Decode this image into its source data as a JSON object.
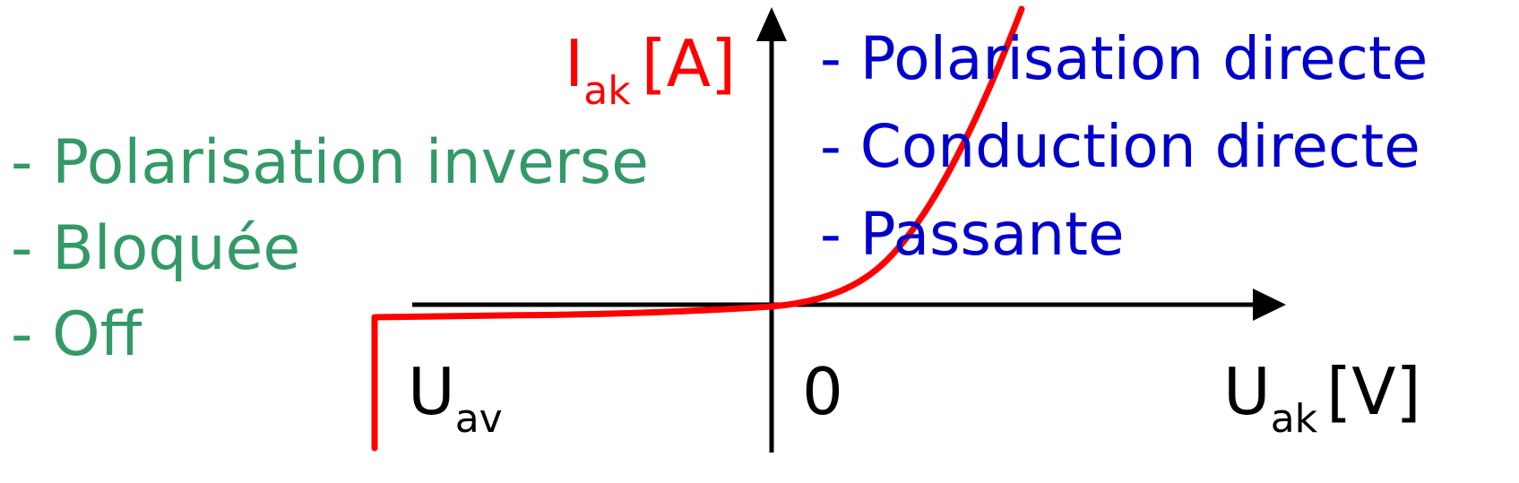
{
  "colors": {
    "curve": "#ff0000",
    "axis": "#000000",
    "reverse_text": "#339966",
    "forward_text": "#0000cc",
    "current_label": "#ff0000"
  },
  "axes": {
    "current_label": {
      "main": "I",
      "sub": "ak",
      "unit": "[A]"
    },
    "voltage_label": {
      "main": "U",
      "sub": "ak",
      "unit": "[V]"
    },
    "origin_label": "0",
    "breakdown_label": {
      "main": "U",
      "sub": "av"
    }
  },
  "reverse_region": {
    "lines": [
      "- Polarisation inverse",
      "- Bloquée",
      "- Off"
    ]
  },
  "forward_region": {
    "lines": [
      "- Polarisation directe",
      "- Conduction directe",
      "- Passante"
    ]
  }
}
